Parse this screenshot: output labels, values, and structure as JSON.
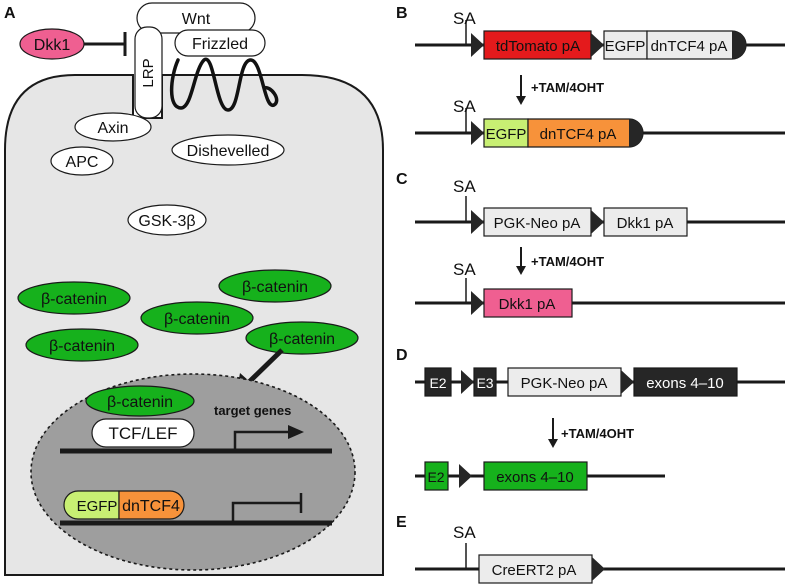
{
  "panels": {
    "A": "A",
    "B": "B",
    "C": "C",
    "D": "D",
    "E": "E"
  },
  "panel_a": {
    "wnt": "Wnt",
    "frizzled": "Frizzled",
    "lrp": "LRP",
    "dkk1": "Dkk1",
    "axin": "Axin",
    "apc": "APC",
    "dishevelled": "Dishevelled",
    "gsk3b": "GSK-3β",
    "beta_catenin": "β-catenin",
    "tcf_lef": "TCF/LEF",
    "target_genes": "target genes",
    "egfp": "EGFP",
    "dntcf4": "dnTCF4"
  },
  "panel_b": {
    "sa": "SA",
    "tdtomato": "tdTomato pA",
    "egfp": "EGFP",
    "dntcf4": "dnTCF4 pA",
    "treatment": "+TAM/4OHT"
  },
  "panel_c": {
    "sa": "SA",
    "pgk_neo": "PGK-Neo pA",
    "dkk1": "Dkk1 pA",
    "treatment": "+TAM/4OHT"
  },
  "panel_d": {
    "e2": "E2",
    "e3": "E3",
    "pgk_neo": "PGK-Neo pA",
    "exons": "exons 4–10",
    "treatment": "+TAM/4OHT"
  },
  "panel_e": {
    "sa": "SA",
    "creert2": "CreERT2 pA"
  },
  "colors": {
    "cell": "#e6e6e6",
    "nucleus": "#9e9e9e",
    "green": "#16b11c",
    "pink": "#ef5f91",
    "red": "#e41a1c",
    "orange": "#f7923a",
    "light_green": "#c8ef73",
    "dark": "#262626",
    "light_box": "#ececec"
  }
}
